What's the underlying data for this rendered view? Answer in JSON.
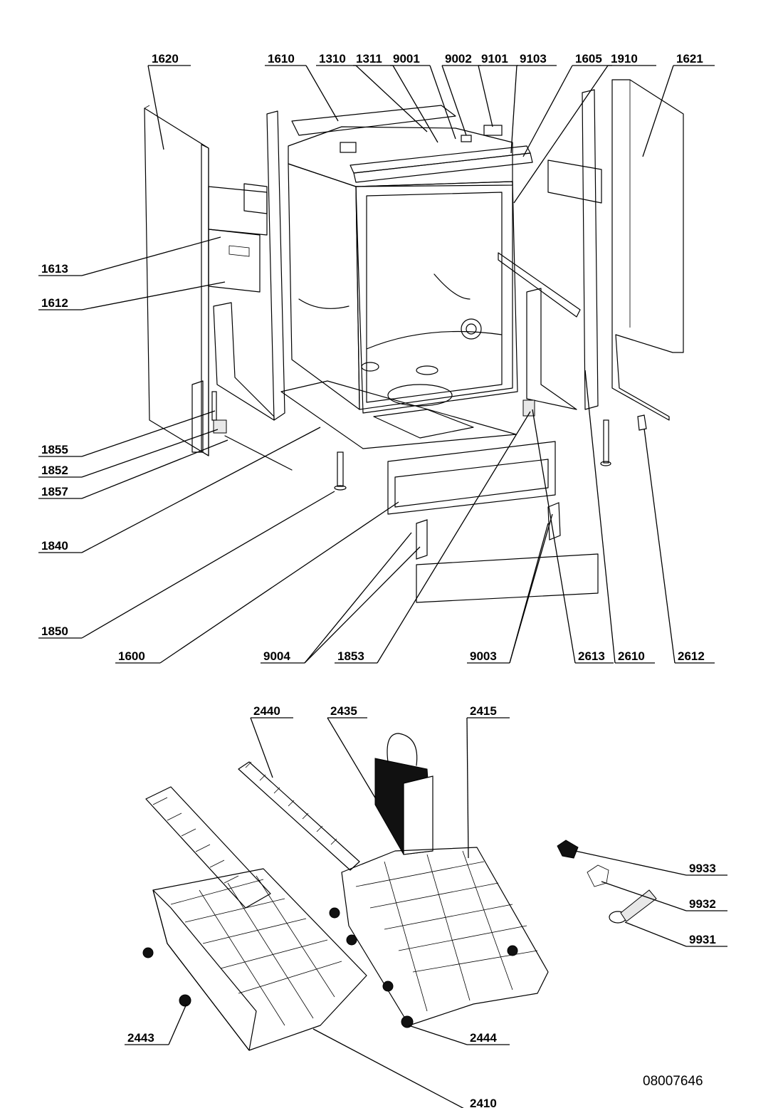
{
  "drawing_number": "08007646",
  "labels": [
    {
      "id": "1620",
      "t": "1620"
    },
    {
      "id": "1610",
      "t": "1610"
    },
    {
      "id": "1310",
      "t": "1310"
    },
    {
      "id": "1311",
      "t": "1311"
    },
    {
      "id": "9001",
      "t": "9001"
    },
    {
      "id": "9002",
      "t": "9002"
    },
    {
      "id": "9101",
      "t": "9101"
    },
    {
      "id": "9103",
      "t": "9103"
    },
    {
      "id": "1605",
      "t": "1605"
    },
    {
      "id": "1910",
      "t": "1910"
    },
    {
      "id": "1621",
      "t": "1621"
    },
    {
      "id": "1613",
      "t": "1613"
    },
    {
      "id": "1612",
      "t": "1612"
    },
    {
      "id": "1855",
      "t": "1855"
    },
    {
      "id": "1852",
      "t": "1852"
    },
    {
      "id": "1857",
      "t": "1857"
    },
    {
      "id": "1840",
      "t": "1840"
    },
    {
      "id": "1850",
      "t": "1850"
    },
    {
      "id": "1600",
      "t": "1600"
    },
    {
      "id": "9004",
      "t": "9004"
    },
    {
      "id": "1853",
      "t": "1853"
    },
    {
      "id": "9003",
      "t": "9003"
    },
    {
      "id": "2613",
      "t": "2613"
    },
    {
      "id": "2610",
      "t": "2610"
    },
    {
      "id": "2612",
      "t": "2612"
    },
    {
      "id": "2440",
      "t": "2440"
    },
    {
      "id": "2435",
      "t": "2435"
    },
    {
      "id": "2415",
      "t": "2415"
    },
    {
      "id": "9933",
      "t": "9933"
    },
    {
      "id": "9932",
      "t": "9932"
    },
    {
      "id": "9931",
      "t": "9931"
    },
    {
      "id": "2443",
      "t": "2443"
    },
    {
      "id": "2444",
      "t": "2444"
    },
    {
      "id": "2410",
      "t": "2410"
    }
  ]
}
